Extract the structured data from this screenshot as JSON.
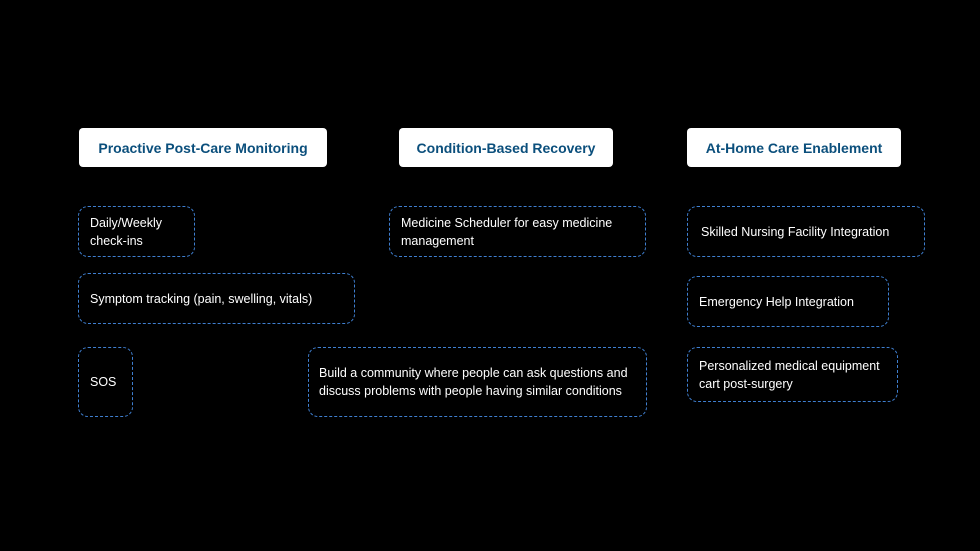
{
  "columns": [
    {
      "title": "Proactive Post-Care Monitoring",
      "items": [
        "Daily/Weekly check-ins",
        "Symptom tracking (pain, swelling, vitals)",
        "SOS"
      ]
    },
    {
      "title": "Condition-Based Recovery",
      "items": [
        "Medicine Scheduler for easy medicine management",
        "Build a community where people can ask questions and discuss problems with people having similar conditions"
      ]
    },
    {
      "title": "At-Home Care Enablement",
      "items": [
        "Skilled Nursing Facility Integration",
        "Emergency Help Integration",
        "Personalized medical equipment cart  post-surgery"
      ]
    }
  ],
  "colors": {
    "background": "#000000",
    "header_text": "#0b4f7c",
    "card_border": "#3f7fd0",
    "card_text": "#ffffff"
  }
}
